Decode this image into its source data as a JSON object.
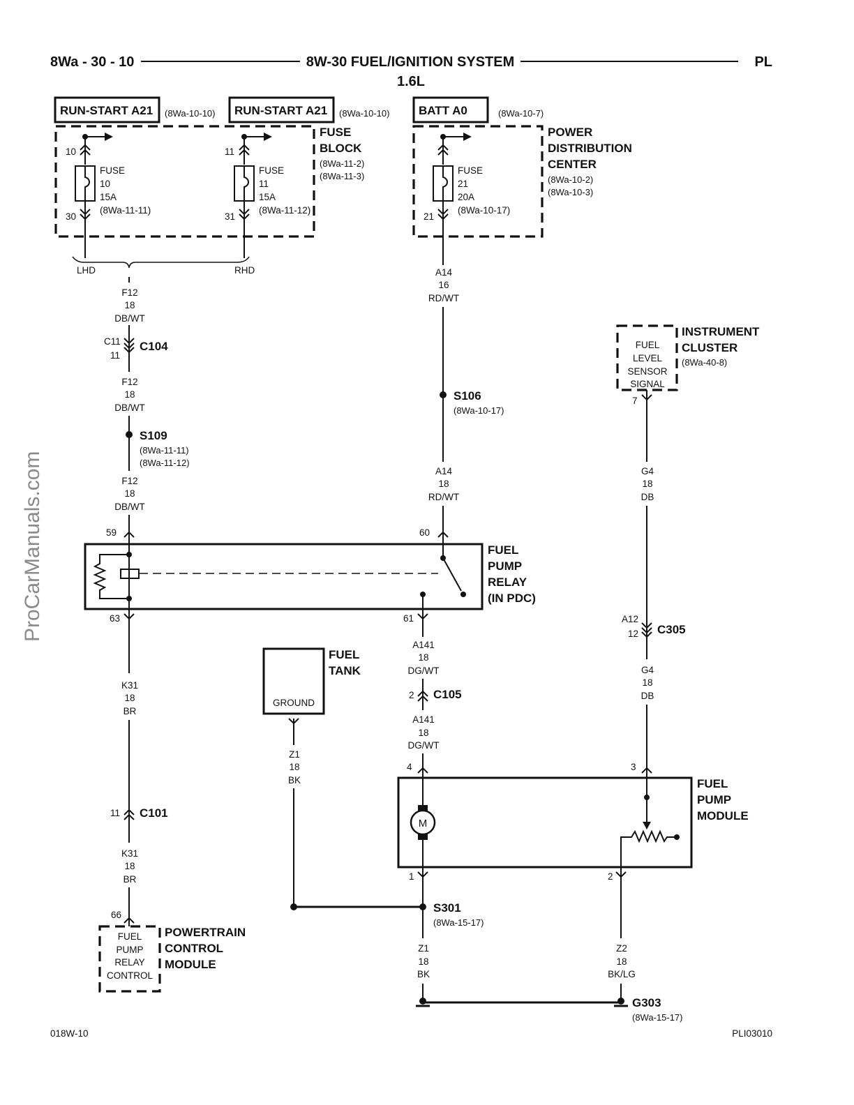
{
  "header": {
    "page_code": "8Wa - 30 - 10",
    "title": "8W-30 FUEL/IGNITION SYSTEM",
    "subtitle": "1.6L",
    "platform": "PL"
  },
  "watermark": "ProCarManuals.com",
  "footer": {
    "left": "018W-10",
    "right": "PLI03010"
  },
  "sources": [
    {
      "label": "RUN-START A21",
      "ref": "(8Wa-10-10)"
    },
    {
      "label": "RUN-START A21",
      "ref": "(8Wa-10-10)"
    },
    {
      "label": "BATT A0",
      "ref": "(8Wa-10-7)"
    }
  ],
  "fuse_block": {
    "name": [
      "FUSE",
      "BLOCK"
    ],
    "refs": [
      "(8Wa-11-2)",
      "(8Wa-11-3)"
    ]
  },
  "pdc": {
    "name": [
      "POWER",
      "DISTRIBUTION",
      "CENTER"
    ],
    "refs": [
      "(8Wa-10-2)",
      "(8Wa-10-3)"
    ]
  },
  "fuses": [
    {
      "in_pin": "10",
      "out_pin": "30",
      "lines": [
        "FUSE",
        "10",
        "15A",
        "(8Wa-11-11)"
      ]
    },
    {
      "in_pin": "11",
      "out_pin": "31",
      "lines": [
        "FUSE",
        "11",
        "15A",
        "(8Wa-11-12)"
      ]
    },
    {
      "in_pin": "",
      "out_pin": "21",
      "lines": [
        "FUSE",
        "21",
        "20A",
        "(8Wa-10-17)"
      ]
    }
  ],
  "variants": {
    "lhd": "LHD",
    "rhd": "RHD"
  },
  "wires": {
    "f12_a": [
      "F12",
      "18",
      "DB/WT"
    ],
    "f12_b": [
      "F12",
      "18",
      "DB/WT"
    ],
    "f12_c": [
      "F12",
      "18",
      "DB/WT"
    ],
    "a14_a": [
      "A14",
      "16",
      "RD/WT"
    ],
    "a14_b": [
      "A14",
      "18",
      "RD/WT"
    ],
    "g4_a": [
      "G4",
      "18",
      "DB"
    ],
    "g4_b": [
      "G4",
      "18",
      "DB"
    ],
    "k31_a": [
      "K31",
      "18",
      "BR"
    ],
    "k31_b": [
      "K31",
      "18",
      "BR"
    ],
    "a141_a": [
      "A141",
      "18",
      "DG/WT"
    ],
    "a141_b": [
      "A141",
      "18",
      "DG/WT"
    ],
    "z1_a": [
      "Z1",
      "18",
      "BK"
    ],
    "z1_b": [
      "Z1",
      "18",
      "BK"
    ],
    "z2": [
      "Z2",
      "18",
      "BK/LG"
    ]
  },
  "connectors": {
    "c104": {
      "name": "C104",
      "pin_top": "C11",
      "pin_bottom": "11"
    },
    "c305": {
      "name": "C305",
      "pin_top": "A12",
      "pin_bottom": "12"
    },
    "c105": {
      "name": "C105",
      "pin": "2"
    },
    "c101": {
      "name": "C101",
      "pin": "11"
    }
  },
  "splices": {
    "s106": {
      "name": "S106",
      "ref": "(8Wa-10-17)"
    },
    "s109": {
      "name": "S109",
      "refs": [
        "(8Wa-11-11)",
        "(8Wa-11-12)"
      ]
    },
    "s301": {
      "name": "S301",
      "ref": "(8Wa-15-17)"
    }
  },
  "ground": {
    "name": "G303",
    "ref": "(8Wa-15-17)"
  },
  "instrument_cluster": {
    "name": [
      "INSTRUMENT",
      "CLUSTER"
    ],
    "ref": "(8Wa-40-8)",
    "inner": [
      "FUEL",
      "LEVEL",
      "SENSOR",
      "SIGNAL"
    ],
    "pin": "7"
  },
  "relay": {
    "name": [
      "FUEL",
      "PUMP",
      "RELAY",
      "(IN PDC)"
    ],
    "pins": {
      "p59": "59",
      "p60": "60",
      "p63": "63",
      "p61": "61"
    }
  },
  "fuel_tank": {
    "name": [
      "FUEL",
      "TANK"
    ],
    "inner": "GROUND"
  },
  "pump_module": {
    "name": [
      "FUEL",
      "PUMP",
      "MODULE"
    ],
    "pins": {
      "p4": "4",
      "p3": "3",
      "p1": "1",
      "p2": "2"
    },
    "motor": "M"
  },
  "pcm": {
    "name": [
      "POWERTRAIN",
      "CONTROL",
      "MODULE"
    ],
    "inner": [
      "FUEL",
      "PUMP",
      "RELAY",
      "CONTROL"
    ],
    "pin": "66"
  }
}
